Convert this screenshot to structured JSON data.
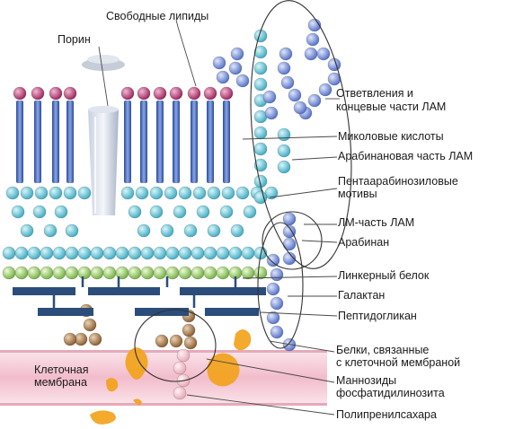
{
  "labels": {
    "free_lipids": "Свободные липиды",
    "porin": "Порин",
    "branches_line1": "Ответвления и",
    "branches_line2": "концевые части ЛАМ",
    "mycolic_acids": "Миколовые кислоты",
    "arabinan_lam": "Арабинановая часть ЛАМ",
    "pentaarabinose_line1": "Пентаарабинозиловые",
    "pentaarabinose_line2": "мотивы",
    "lm_part": "ЛМ-часть ЛАМ",
    "arabinan": "Арабинан",
    "linker_protein": "Линкерный белок",
    "galactan": "Галактан",
    "peptidoglycan": "Пептидогликан",
    "membrane_proteins_line1": "Белки, связанные",
    "membrane_proteins_line2": "с клеточной мембраной",
    "mannosides_line1": "Маннозиды",
    "mannosides_line2": "фосфатидилинозита",
    "polyprenyl_sugars": "Полипренилсахара",
    "cell_membrane_line1": "Клеточная",
    "cell_membrane_line2": "мембрана"
  },
  "colors": {
    "lipid_head": "#b0306a",
    "lipid_tail": "#3355a8",
    "mycolic_bead": "#52c0d4",
    "arabinan_bead": "#6e8ed8",
    "linker_bead": "#8dc85a",
    "peptidoglycan_bar": "#2b4d7a",
    "mannoside_bead": "#9a6a3a",
    "membrane": "#f4c9d4",
    "membrane_protein": "#f0a820",
    "porin": "#9aa8c0"
  }
}
